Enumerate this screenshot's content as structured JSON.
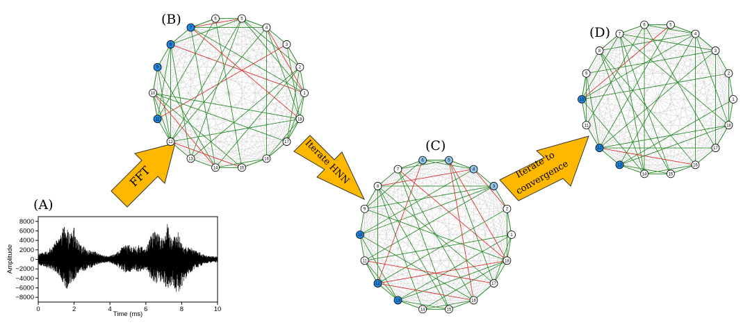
{
  "colors": {
    "edge_positive": "#2e8b2e",
    "edge_negative": "#e03030",
    "edge_background": "#cccccc",
    "node_active": "#1e88e5",
    "node_partial": "#8fc6e8",
    "node_inactive": "#ffffff",
    "arrow_fill": "#ffb800",
    "waveform": "#000000"
  },
  "panels": {
    "A": {
      "label": "(A)"
    },
    "B": {
      "label": "(B)"
    },
    "C": {
      "label": "(C)"
    },
    "D": {
      "label": "(D)"
    }
  },
  "arrows": [
    {
      "label": "FFT"
    },
    {
      "label": "Iterate HNN"
    },
    {
      "label_line1": "Iterate to",
      "label_line2": "convergence"
    }
  ],
  "networks": {
    "node_count": 18,
    "B": {
      "active": [
        7,
        8,
        9,
        11
      ],
      "partial": []
    },
    "C": {
      "active": [
        10,
        12,
        13
      ],
      "partial": [
        3,
        4,
        5,
        6
      ]
    },
    "D": {
      "active": [
        10,
        12,
        13
      ],
      "partial": []
    }
  },
  "chart_data": {
    "type": "line",
    "xlabel": "Time (ms)",
    "ylabel": "Amplitude",
    "xlim": [
      0,
      10
    ],
    "ylim": [
      -9000,
      9000
    ],
    "xticks": [
      0,
      2,
      4,
      6,
      8,
      10
    ],
    "yticks": [
      -8000,
      -6000,
      -4000,
      -2000,
      0,
      2000,
      4000,
      6000,
      8000
    ],
    "envelope": {
      "x": [
        0,
        0.3,
        0.8,
        1.1,
        1.4,
        1.6,
        1.8,
        2.0,
        2.2,
        2.5,
        2.8,
        3.1,
        3.5,
        3.9,
        4.3,
        4.7,
        5.0,
        5.3,
        5.7,
        6.0,
        6.3,
        6.6,
        6.9,
        7.2,
        7.5,
        7.8,
        8.1,
        8.4,
        8.7,
        9.0,
        9.3,
        9.6,
        10.0
      ],
      "max": [
        1200,
        1600,
        2800,
        4500,
        7000,
        6500,
        5200,
        6800,
        4000,
        3000,
        2200,
        1800,
        1000,
        700,
        1200,
        2800,
        3200,
        2600,
        3200,
        2200,
        5600,
        6000,
        4500,
        7500,
        4200,
        6000,
        2500,
        2800,
        2000,
        1500,
        900,
        700,
        600
      ],
      "min": [
        -1200,
        -1500,
        -2400,
        -3200,
        -5200,
        -6500,
        -5000,
        -4500,
        -3000,
        -2600,
        -2000,
        -1600,
        -900,
        -600,
        -1200,
        -2500,
        -3000,
        -2200,
        -2800,
        -2000,
        -4500,
        -5200,
        -4800,
        -6500,
        -5500,
        -8200,
        -5000,
        -3000,
        -2200,
        -1500,
        -900,
        -700,
        -600
      ]
    }
  }
}
